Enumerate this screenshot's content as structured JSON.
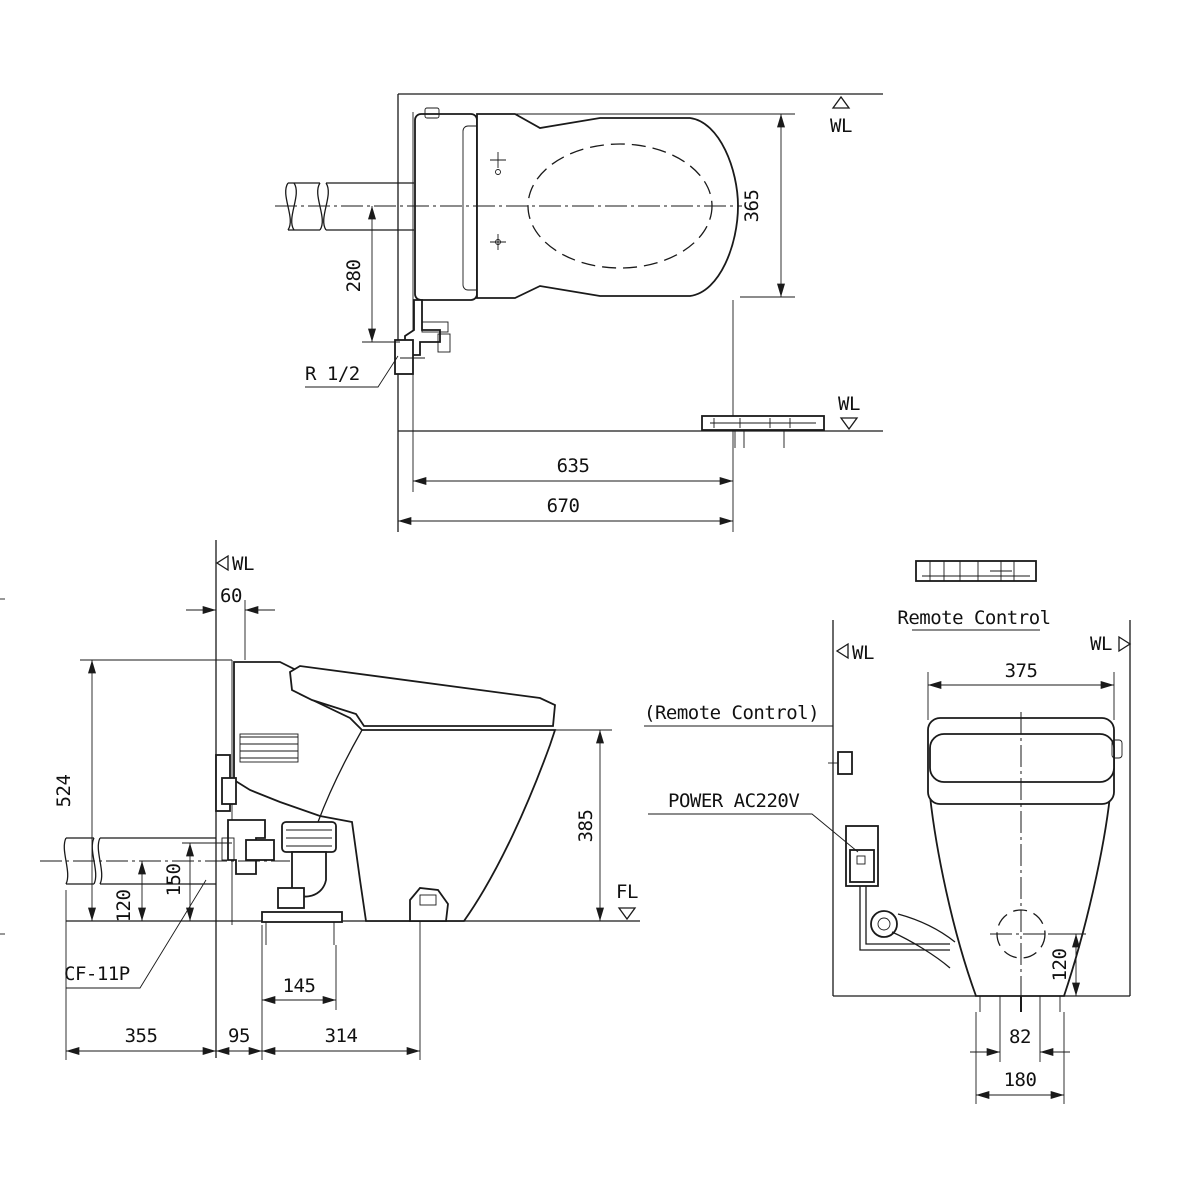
{
  "plan_view": {
    "dimensions": {
      "width_365": "365",
      "supply_280": "280",
      "length_635": "635",
      "length_670": "670"
    },
    "labels": {
      "wall_top": "WL",
      "wall_bottom": "WL",
      "connection": "R 1/2"
    }
  },
  "side_view": {
    "dimensions": {
      "offset_60": "60",
      "height_524": "524",
      "height_385": "385",
      "pipe_120": "120",
      "pipe_150": "150",
      "dim_145": "145",
      "dim_355": "355",
      "dim_95": "95",
      "dim_314": "314"
    },
    "labels": {
      "wall": "WL",
      "floor": "FL",
      "fitting": "CF-11P"
    }
  },
  "front_view": {
    "dimensions": {
      "width_375": "375",
      "height_120": "120",
      "dim_82": "82",
      "dim_180": "180"
    },
    "labels": {
      "remote_title": "Remote Control",
      "remote_callout": "(Remote Control)",
      "power_callout": "POWER AC220V",
      "wall_left": "WL",
      "wall_right": "WL"
    }
  }
}
